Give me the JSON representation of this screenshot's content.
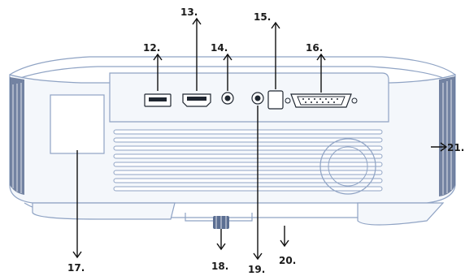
{
  "callouts": [
    {
      "id": "12",
      "label": "12."
    },
    {
      "id": "13",
      "label": "13."
    },
    {
      "id": "14",
      "label": "14."
    },
    {
      "id": "15",
      "label": "15."
    },
    {
      "id": "16",
      "label": "16."
    },
    {
      "id": "17",
      "label": "17."
    },
    {
      "id": "18",
      "label": "18."
    },
    {
      "id": "19",
      "label": "19."
    },
    {
      "id": "20",
      "label": "20."
    },
    {
      "id": "21",
      "label": "21."
    }
  ],
  "colors": {
    "outline": "#8fa3c4",
    "side_grille": "#5c6f92",
    "port_outline": "#1f2630",
    "arrow": "#111111"
  }
}
